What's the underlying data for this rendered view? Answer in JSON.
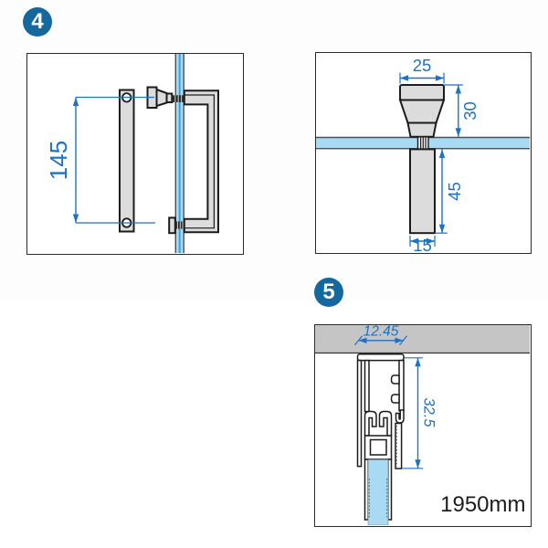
{
  "colors": {
    "dimension_blue": "#1d72c4",
    "badge_blue": "#15689e",
    "glass_fill": "#a9daf3",
    "glass_edge": "#47545e",
    "glass_center_line": "#3ba0dc",
    "part_fill": "#dcdcdc",
    "wall_gray": "#c5c5c5",
    "outline_black": "#1c1c1c"
  },
  "step4": {
    "badge": "4",
    "side_view": {
      "handle_hole_spacing": "145"
    },
    "front_view": {
      "knob_top_width": "25",
      "knob_height_above_glass": "30",
      "handle_length_below_glass": "45",
      "bar_width": "15"
    }
  },
  "step5": {
    "badge": "5",
    "profile_view": {
      "profile_width": "12.45",
      "profile_height": "32.5",
      "seal_length": "1950mm"
    }
  }
}
